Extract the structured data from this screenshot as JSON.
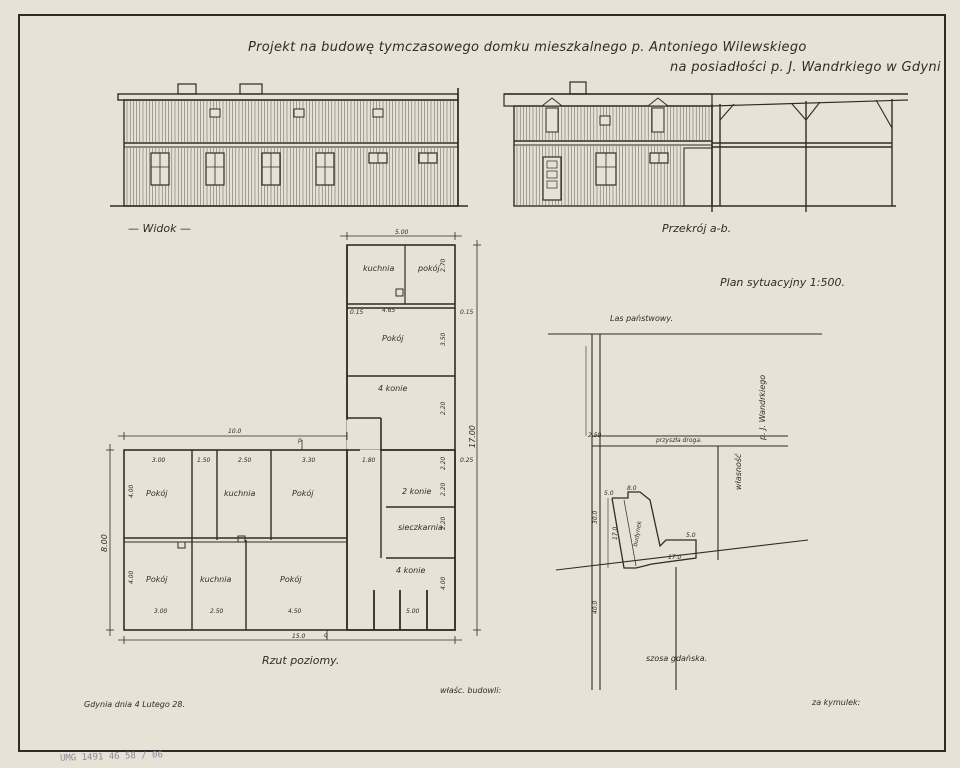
{
  "title": {
    "line1": "Projekt na budowę tymczasowego domku mieszkalnego p. Antoniego Wilewskiego",
    "line2": "na posiadłości p. J. Wandrkiego w Gdyni"
  },
  "views": {
    "front_label": "Widok",
    "section_label": "Przekrój a-b."
  },
  "floor_plan": {
    "label": "Rzut poziomy.",
    "rooms": {
      "kuchnia_top": "kuchnia",
      "pokoj_top": "pokój",
      "pokoj_mid": "Pokój",
      "konie4_upper": "4 konie",
      "konie2": "2 konie",
      "sieczkarnia": "sieczkarnia",
      "konie4_lower": "4 konie",
      "pokoj_a": "Pokój",
      "kuchnia_a": "kuchnia",
      "pokoj_b": "Pokój",
      "pokoj_c": "Pokój",
      "kuchnia_b": "kuchnia",
      "pokoj_d": "Pokój"
    },
    "dims": {
      "top_width": "5.00",
      "d465": "4.65",
      "d15a": "0.15",
      "d15b": "0.15",
      "d50": "3.50",
      "d20a": "2.20",
      "d20b": "2.20",
      "d20c": "2.20",
      "d20d": "2.20",
      "d17": "17.00",
      "d35": "3.50",
      "d40": "4.00",
      "wing": "10.0",
      "d300": "3.00",
      "d150": "1.50",
      "d250": "2.50",
      "d330": "3.30",
      "d180": "1.80",
      "d400a": "4.00",
      "d400b": "4.00",
      "d8": "8.00",
      "b300": "3.00",
      "b250": "2.50",
      "b450": "4.50",
      "b500": "5.00",
      "b15": "15.0",
      "p": "p",
      "q": "q",
      "dd": "0.25",
      "d70": "2.70"
    }
  },
  "site_plan": {
    "label": "Plan sytuacyjny 1:500.",
    "forest": "Las państwowy.",
    "owner": "p. J. Wandrkiego",
    "neighbor": "własność",
    "road_note": "przyszła droga.",
    "building": "budynek",
    "road": "szosa gdańska.",
    "dims": {
      "a": "2.50",
      "b": "30.0",
      "c": "40.0",
      "d": "5.0",
      "e": "8.0",
      "f": "17.0",
      "g": "17.0",
      "h": "5.0"
    }
  },
  "footer": {
    "date": "Gdynia dnia 4 Lutego 28.",
    "owner_sig": "właśc. budowli:",
    "builder_sig": "za kymulek:"
  },
  "stamp": "UMG 1491 46 58 / 06"
}
